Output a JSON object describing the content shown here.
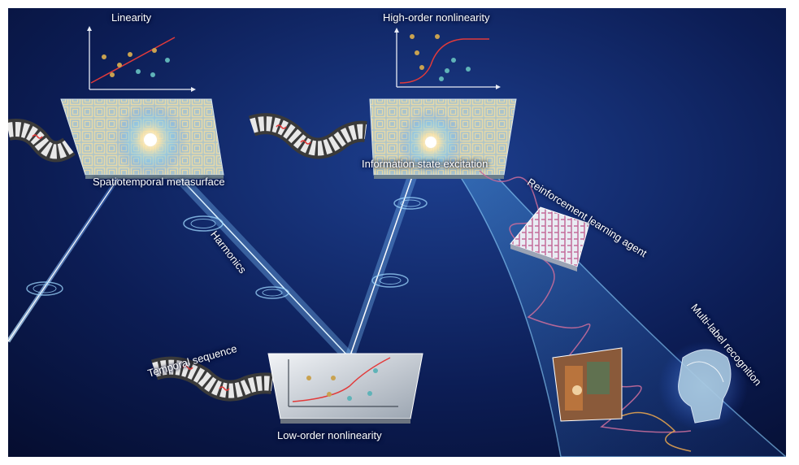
{
  "labels": {
    "linearity": "Linearity",
    "high_order": "High-order nonlinearity",
    "metasurface": "Spatiotemporal metasurface",
    "info_state": "Information state excitation",
    "harmonics": "Harmonics",
    "rl_agent": "Reinforcement learning agent",
    "multi_label": "Multi-label recognition",
    "temporal_sequence": "Temporal sequence",
    "low_order": "Low-order nonlinearity"
  },
  "colors": {
    "background_dark": "#040b2a",
    "background_light": "#1d3f8f",
    "beam": "#8fd0ff",
    "metasurface_tile": "#bfd4dc",
    "curve_red": "#e23a3a",
    "dot_gold": "#c9a250",
    "dot_teal": "#5fb3b8",
    "funnel": "#4fa6d8"
  },
  "icons": {
    "metasurface_left": "metasurface-panel-icon",
    "metasurface_right": "metasurface-panel-icon",
    "maze": "maze-icon",
    "head": "ai-head-icon",
    "scene_image": "scene-image-icon",
    "film_strip": "film-strip-icon"
  }
}
